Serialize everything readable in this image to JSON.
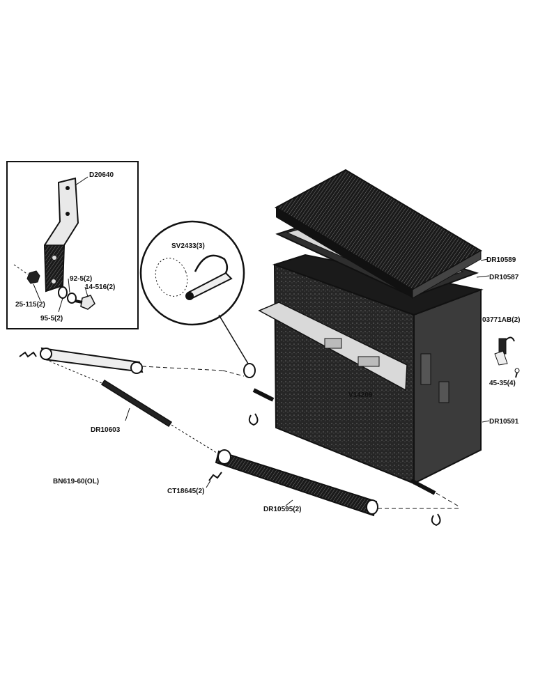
{
  "diagram": {
    "reference_code": "BN619-60(OL)",
    "parts": {
      "bracket": "D20640",
      "nut": "25-115(2)",
      "lock_washer": "92-5(2)",
      "flat_washer": "95-5(2)",
      "bolt": "14-516(2)",
      "lynch_pin": "SV2433(3)",
      "lid": "DR10589",
      "gasket": "DR10587",
      "latch": "03771AB(2)",
      "latch_screw": "45-35(4)",
      "box": "DR10591",
      "center_label": "V14209",
      "rod": "DR10603",
      "cotter_pin": "CT18645(2)",
      "support_bar": "DR10595(2)"
    }
  },
  "colors": {
    "ink": "#111111",
    "paper": "#ffffff",
    "box_dark": "#1c1c1c",
    "box_mid": "#3a3a3a",
    "lid": "#2a2a2a"
  }
}
